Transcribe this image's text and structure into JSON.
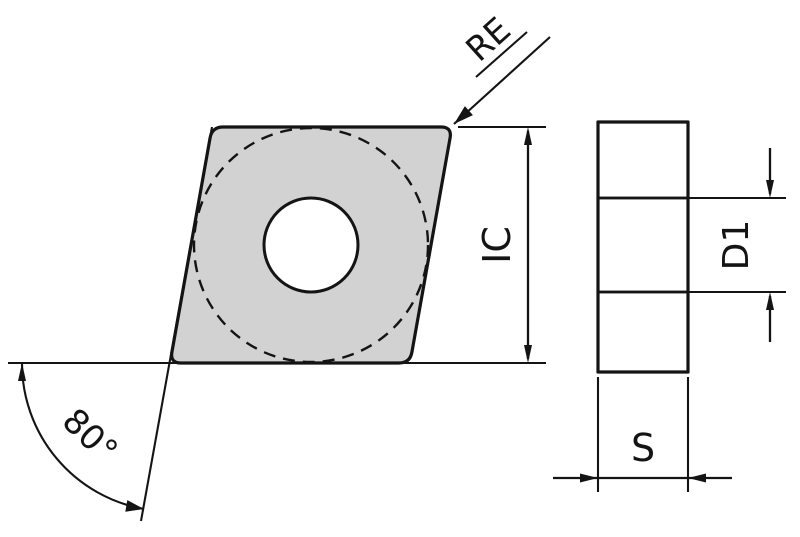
{
  "diagram": {
    "labels": {
      "corner_radius": "RE",
      "inscribed_circle": "IC",
      "corner_angle": "80°",
      "hole_diameter": "D1",
      "thickness": "S"
    },
    "colors": {
      "background": "#ffffff",
      "insert_fill": "#d2d2d2",
      "hole_fill": "#ffffff",
      "line": "#141414"
    }
  }
}
